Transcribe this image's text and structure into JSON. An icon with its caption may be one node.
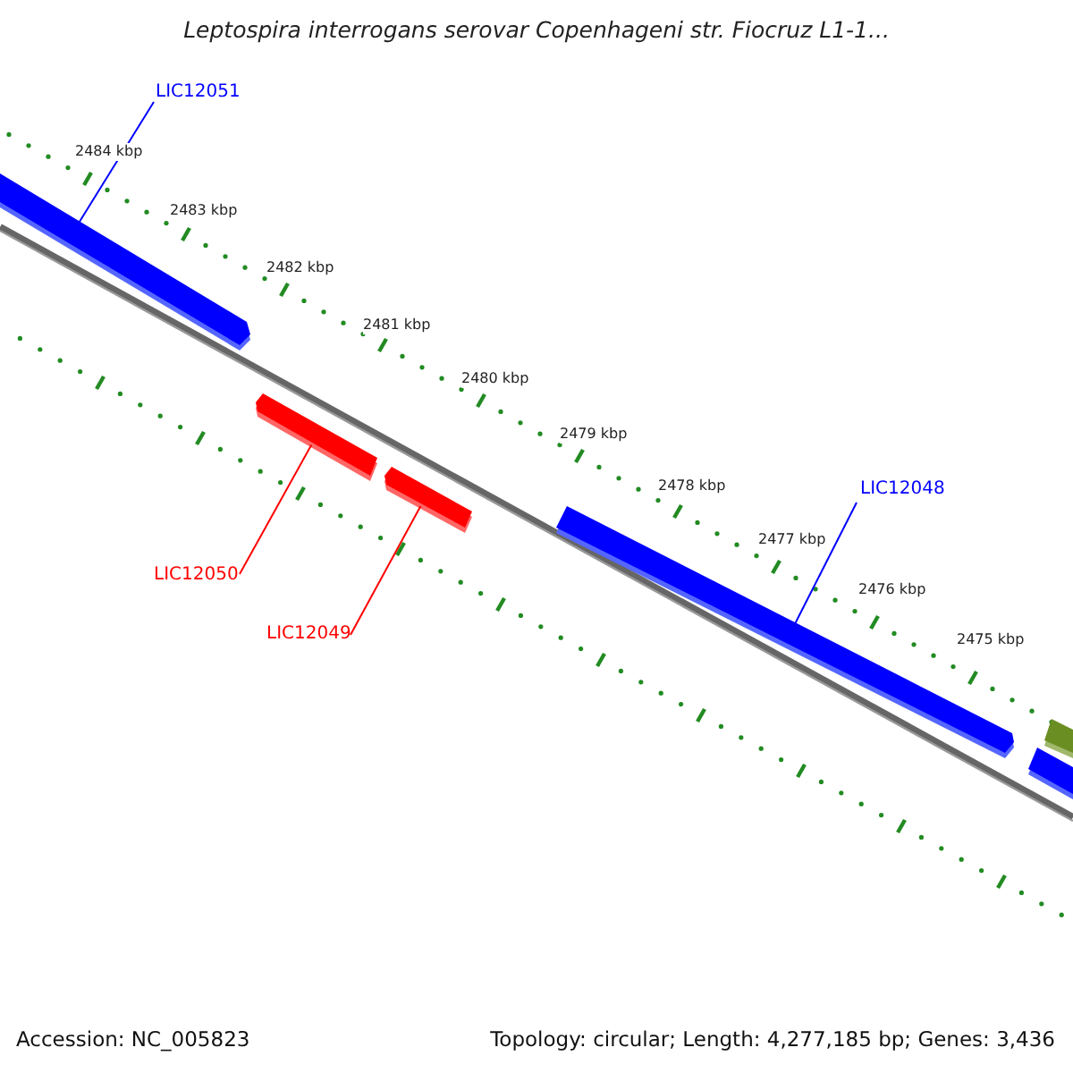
{
  "diagram": {
    "title": "Leptospira interrogans serovar Copenhageni str. Fiocruz L1-1...",
    "nodes": [
      {
        "text": [],
        "shape": "bar"
      },
      {
        "text": [],
        "shape": "bar"
      },
      {
        "text": [],
        "shape": "bar"
      },
      {
        "text": [],
        "shape": "bar"
      },
      {
        "text": [],
        "shape": "bar"
      },
      {
        "text": [],
        "shape": "bar"
      },
      {
        "text": [
          "LIC12051"
        ]
      },
      {
        "text": [
          "LIC12048"
        ]
      },
      {
        "text": [
          "LIC12050"
        ]
      },
      {
        "text": [
          "LIC12049"
        ]
      }
    ],
    "edges": [
      {
        "from": 6,
        "to": 0,
        "arrow": "none",
        "color": "#0000ff"
      },
      {
        "from": 7,
        "to": 3,
        "arrow": "none",
        "color": "#0000ff"
      },
      {
        "from": 8,
        "to": 1,
        "arrow": "none",
        "color": "#ff0000"
      },
      {
        "from": 9,
        "to": 2,
        "arrow": "none",
        "color": "#ff0000"
      }
    ],
    "labels": [
      "2484 kbp",
      "2483 kbp",
      "2482 kbp",
      "2481 kbp",
      "2480 kbp",
      "2479 kbp",
      "2478 kbp",
      "2477 kbp",
      "2476 kbp",
      "2475 kbp",
      "Accession: NC_005823",
      "Topology: circular; Length: 4,277,185 bp; Genes: 3,436"
    ]
  }
}
